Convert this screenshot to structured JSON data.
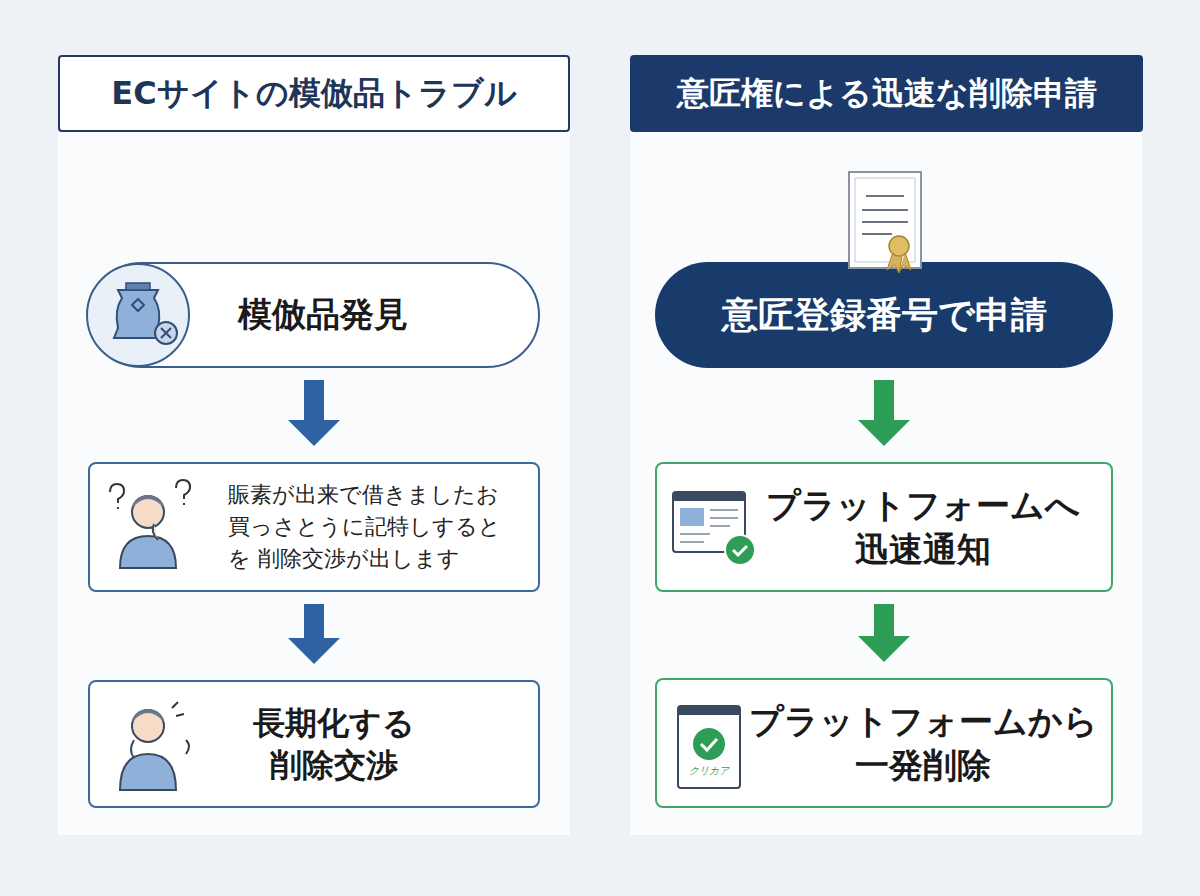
{
  "diagram": {
    "nodes": [
      {
        "text": [
          "ECサイトの模倣品トラブル"
        ]
      },
      {
        "text": [
          "模倣品発見"
        ]
      },
      {
        "text": [
          "賑素が出来で借きましたお 買っさとうに記特しするとを 削除交渉が出します"
        ]
      },
      {
        "text": [
          "長期化する 削除交渉"
        ]
      },
      {
        "text": [
          "意匠権による迅速な削除申請"
        ]
      },
      {
        "text": [
          "意匠登録番号で申請"
        ]
      },
      {
        "text": [
          "プラットフォームへ 迅速通知"
        ]
      },
      {
        "text": [
          "プラットフォームから 一発削除"
        ]
      }
    ],
    "edges": [
      {
        "from": 1,
        "to": 2,
        "arrow": "to"
      },
      {
        "from": 2,
        "to": 3,
        "arrow": "to"
      },
      {
        "from": 5,
        "to": 6,
        "arrow": "to"
      },
      {
        "from": 6,
        "to": 7,
        "arrow": "to"
      }
    ],
    "labels": [
      "クリカア"
    ]
  }
}
